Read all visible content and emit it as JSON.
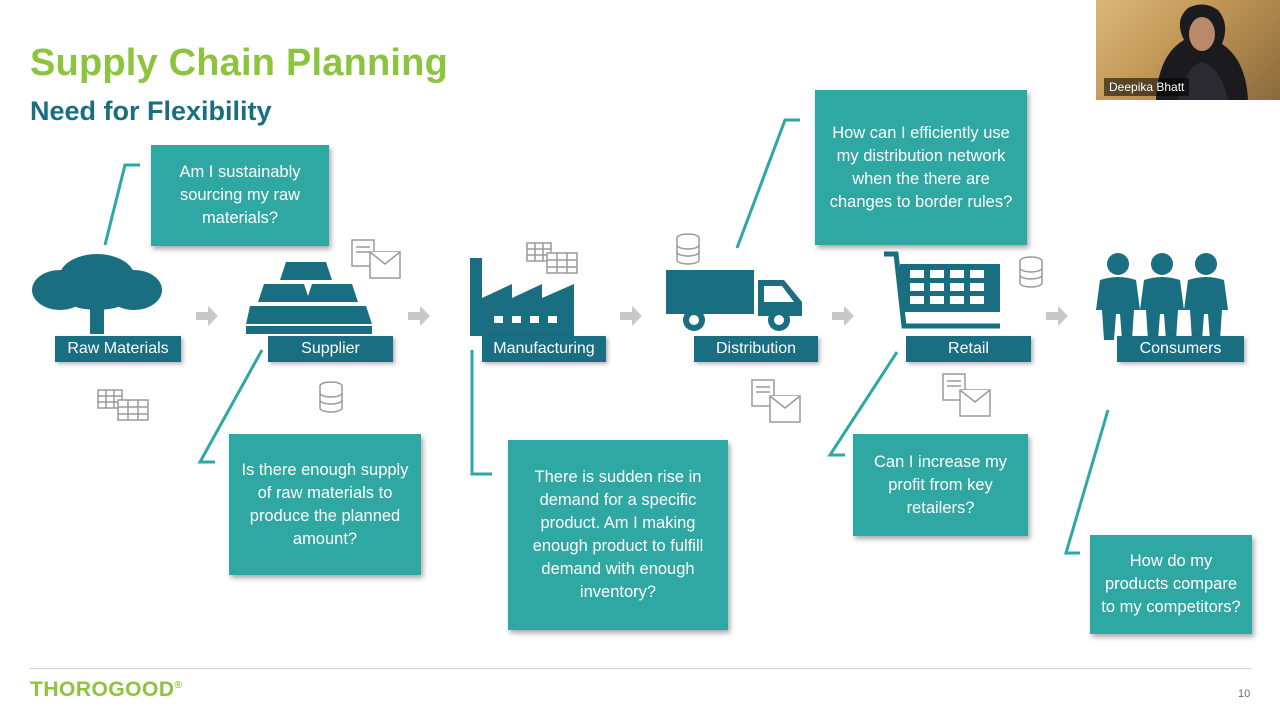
{
  "slide": {
    "title": "Supply Chain Planning",
    "subtitle": "Need for Flexibility",
    "page_number": "10",
    "logo": "THOROGOOD",
    "logo_mark": "®"
  },
  "colors": {
    "title_green": "#8cc43e",
    "subtitle_teal": "#1a6e82",
    "box_teal": "#2fa7a2",
    "label_dark_teal": "#1a6e82",
    "arrow_gray": "#c8c8c8"
  },
  "stages": [
    {
      "label": "Raw Materials",
      "icon": "tree-icon"
    },
    {
      "label": "Supplier",
      "icon": "gold-bars-icon"
    },
    {
      "label": "Manufacturing",
      "icon": "factory-icon"
    },
    {
      "label": "Distribution",
      "icon": "truck-icon"
    },
    {
      "label": "Retail",
      "icon": "shopping-cart-icon"
    },
    {
      "label": "Consumers",
      "icon": "people-icon"
    }
  ],
  "questions": {
    "raw_materials": "Am I sustainably sourcing my raw materials?",
    "supplier": "Is there enough supply of raw materials to produce the planned amount?",
    "manufacturing": "There is sudden rise in demand for a specific product. Am I making enough product to fulfill demand with enough inventory?",
    "distribution": "How can I efficiently use my distribution network when the there are changes to border rules?",
    "retail": "Can I increase my profit from key retailers?",
    "consumers": "How do my products compare to my competitors?"
  },
  "participant": {
    "name": "Deepika Bhatt"
  }
}
